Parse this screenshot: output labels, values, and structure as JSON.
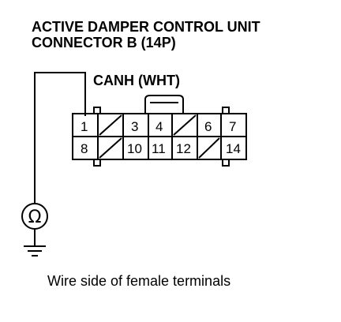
{
  "title": {
    "line1": "ACTIVE DAMPER CONTROL UNIT",
    "line2": "CONNECTOR B (14P)"
  },
  "wire_label": "CANH (WHT)",
  "connector": {
    "top_row": [
      "1",
      "",
      "3",
      "4",
      "",
      "6",
      "7"
    ],
    "bottom_row": [
      "8",
      "",
      "10",
      "11",
      "12",
      "",
      "14"
    ]
  },
  "meter_symbol": "Ω",
  "caption": "Wire side of female terminals",
  "icons": [
    "ohmmeter-icon",
    "ground-icon"
  ]
}
